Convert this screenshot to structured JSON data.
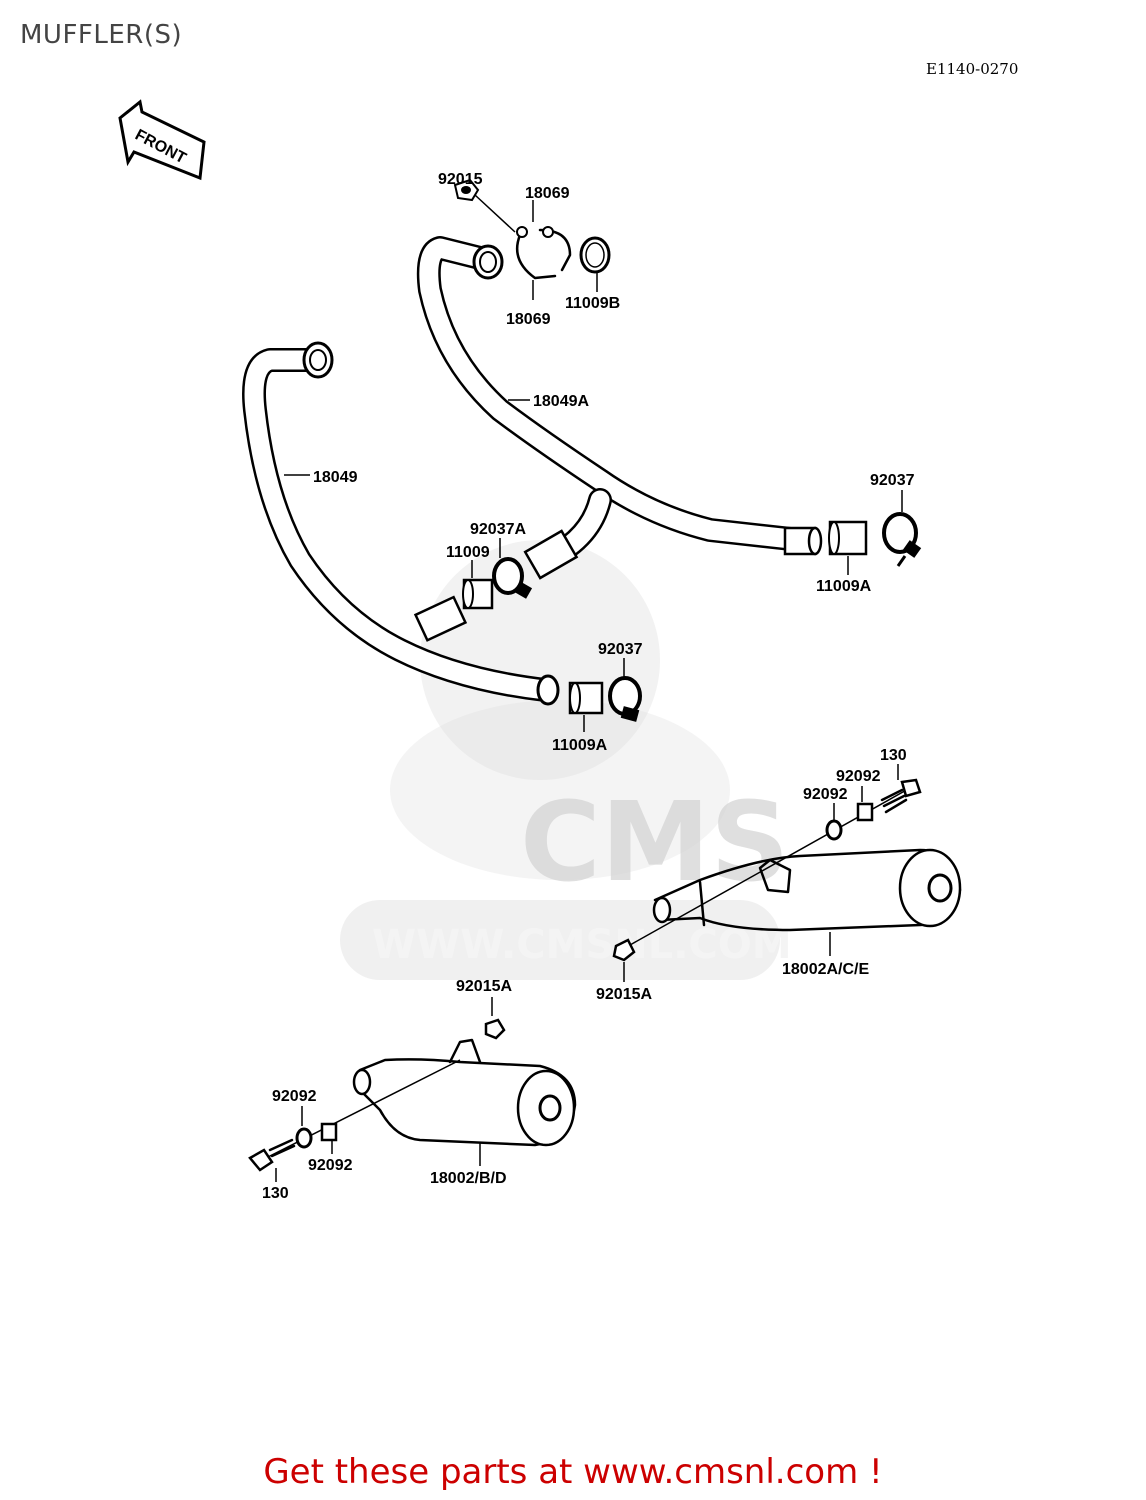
{
  "page": {
    "title": "MUFFLER(S)",
    "diagram_code": "E1140-0270",
    "footer": "Get these parts at www.cmsnl.com !"
  },
  "direction": {
    "label": "FRONT"
  },
  "watermark": {
    "logo": "CMS",
    "url": "WWW.CMSNL.COM"
  },
  "parts": {
    "p92015_top": "92015",
    "p18069_top": "18069",
    "p18069_bottom": "18069",
    "p11009B": "11009B",
    "p18049A": "18049A",
    "p18049": "18049",
    "p92037_right": "92037",
    "p11009A_right": "11009A",
    "p92037A": "92037A",
    "p11009": "11009",
    "p92037_mid": "92037",
    "p11009A_mid": "11009A",
    "p130_right": "130",
    "p92092_right_a": "92092",
    "p92092_right_b": "92092",
    "p18002ACE": "18002A/C/E",
    "p92015A_right": "92015A",
    "p92015A_left": "92015A",
    "p92092_left_a": "92092",
    "p92092_left_b": "92092",
    "p130_left": "130",
    "p18002BD": "18002/B/D"
  }
}
